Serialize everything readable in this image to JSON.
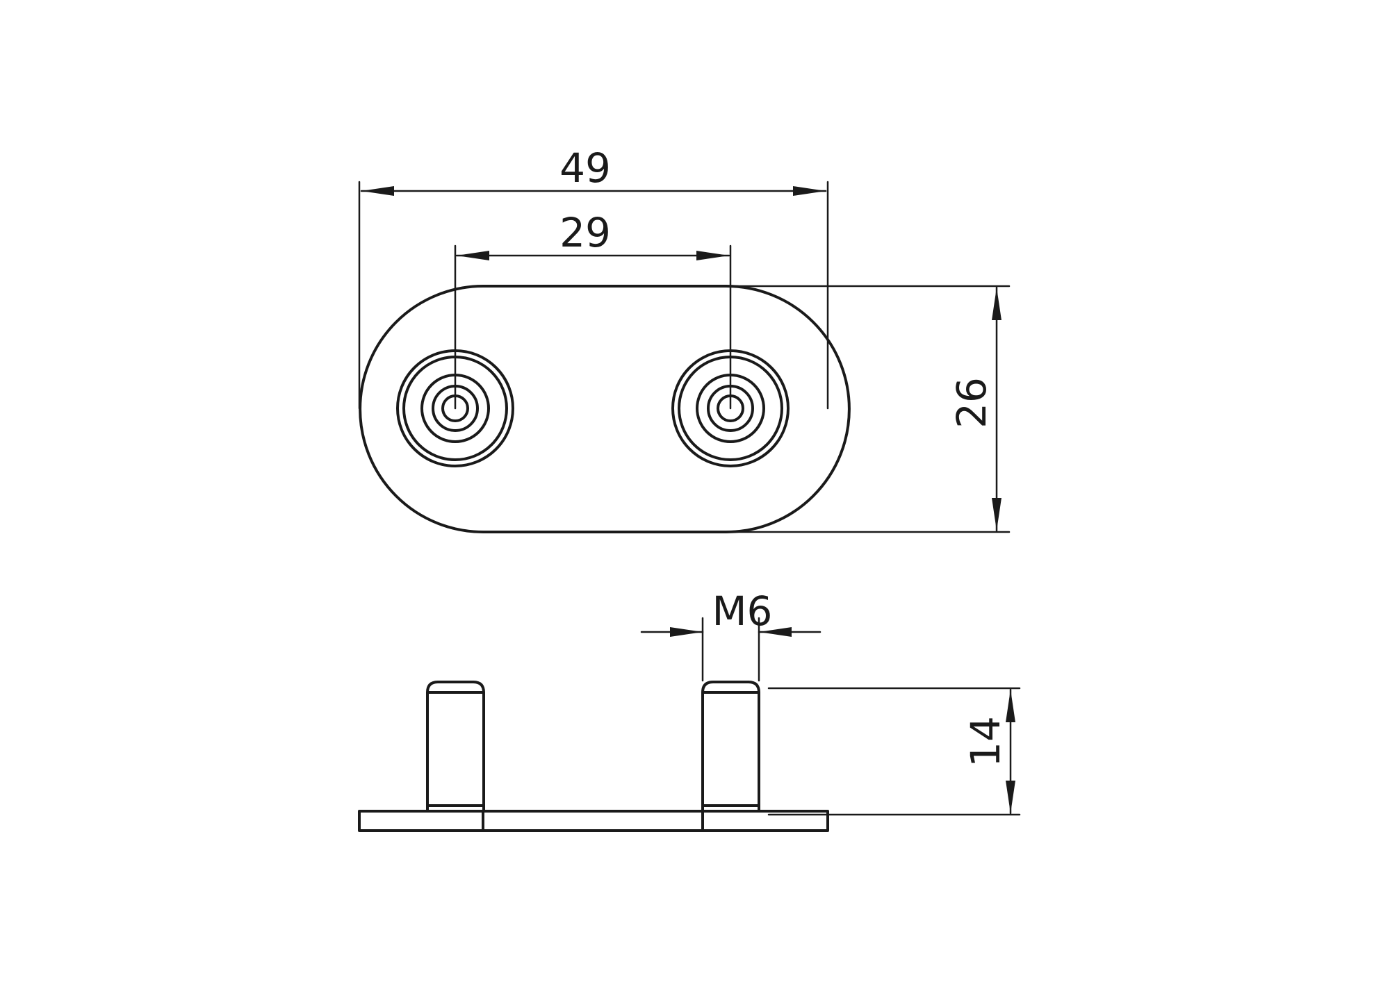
{
  "drawing": {
    "dimensions": {
      "overall_length": "49",
      "hole_spacing": "29",
      "plate_width": "26",
      "thread_size": "M6",
      "stud_height": "14"
    },
    "colors": {
      "line": "#1a1a1a",
      "background": "#ffffff"
    }
  }
}
